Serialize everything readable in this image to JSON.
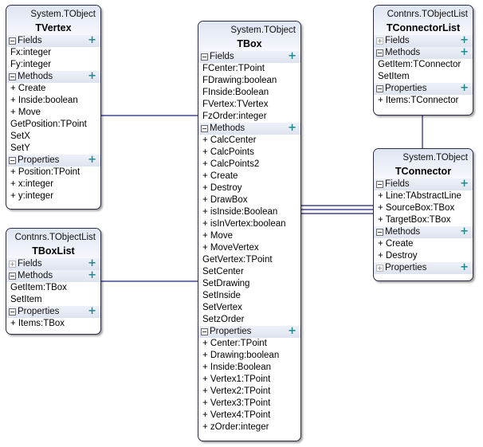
{
  "classes": {
    "tvertex": {
      "stereotype": "System.TObject",
      "name": "TVertex",
      "fields_label": "Fields",
      "fields": [
        "Fx:integer",
        "Fy:integer"
      ],
      "methods_label": "Methods",
      "methods": [
        "+  Create",
        "+  Inside:boolean",
        "+  Move",
        "GetPosition:TPoint",
        "SetX",
        "SetY"
      ],
      "properties_label": "Properties",
      "properties": [
        "+ Position:TPoint",
        "+ x:integer",
        "+ y:integer"
      ]
    },
    "tboxlist": {
      "stereotype": "Contnrs.TObjectList",
      "name": "TBoxList",
      "fields_label": "Fields",
      "methods_label": "Methods",
      "methods": [
        "GetItem:TBox",
        "SetItem"
      ],
      "properties_label": "Properties",
      "properties": [
        "+ Items:TBox"
      ]
    },
    "tbox": {
      "stereotype": "System.TObject",
      "name": "TBox",
      "fields_label": "Fields",
      "fields": [
        "FCenter:TPoint",
        "FDrawing:boolean",
        "FInside:Boolean",
        "FVertex:TVertex",
        "FzOrder:integer"
      ],
      "methods_label": "Methods",
      "methods": [
        "+  CalcCenter",
        "+  CalcPoints",
        "+  CalcPoints2",
        "+  Create",
        "+  Destroy",
        "+  DrawBox",
        "+  isInside:Boolean",
        "+  isInVertex:boolean",
        "+  Move",
        "+  MoveVertex",
        "GetVertex:TPoint",
        "SetCenter",
        "SetDrawing",
        "SetInside",
        "SetVertex",
        "SetzOrder"
      ],
      "properties_label": "Properties",
      "properties": [
        "+ Center:TPoint",
        "+ Drawing:boolean",
        "+ Inside:Boolean",
        "+ Vertex1:TPoint",
        "+ Vertex2:TPoint",
        "+ Vertex3:TPoint",
        "+ Vertex4:TPoint",
        "+ zOrder:integer"
      ]
    },
    "tconnectorlist": {
      "stereotype": "Contnrs.TObjectList",
      "name": "TConnectorList",
      "fields_label": "Fields",
      "methods_label": "Methods",
      "methods": [
        "GetItem:TConnector",
        "SetItem"
      ],
      "properties_label": "Properties",
      "properties": [
        "+ Items:TConnector"
      ]
    },
    "tconnector": {
      "stereotype": "System.TObject",
      "name": "TConnector",
      "fields_label": "Fields",
      "fields": [
        "+ Line:TAbstractLine",
        "+ SourceBox:TBox",
        "+ TargetBox:TBox"
      ],
      "methods_label": "Methods",
      "methods": [
        "+  Create",
        "+  Destroy"
      ],
      "properties_label": "Properties"
    }
  },
  "colors": {
    "line": "#1f1f7a",
    "border": "#2a2a40",
    "plus": "#1f8a8f"
  }
}
